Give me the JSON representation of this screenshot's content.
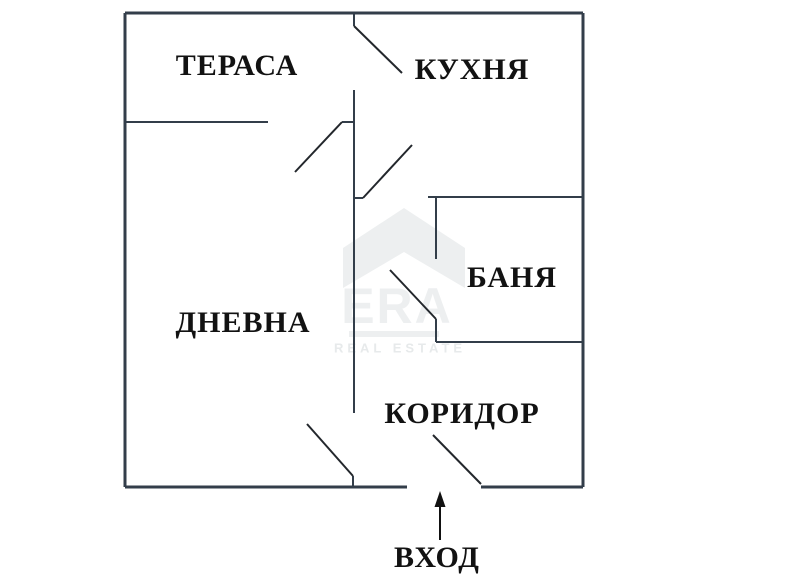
{
  "rooms": [
    {
      "id": "terrace",
      "label": "ТЕРАСА"
    },
    {
      "id": "kitchen",
      "label": "КУХНЯ"
    },
    {
      "id": "bathroom",
      "label": "БАНЯ"
    },
    {
      "id": "living",
      "label": "ДНЕВНА"
    },
    {
      "id": "corridor",
      "label": "КОРИДОР"
    }
  ],
  "entrance": {
    "label": "ВХОД"
  },
  "watermark": {
    "brand": "ERA",
    "tagline": "REAL ESTATE"
  },
  "colors": {
    "wall": "#333e4a",
    "door": "#23272c",
    "text": "#121212",
    "arrow": "#111111",
    "wm": "#edeff0",
    "wm2": "#e7eaeb",
    "bg": "#ffffff"
  }
}
